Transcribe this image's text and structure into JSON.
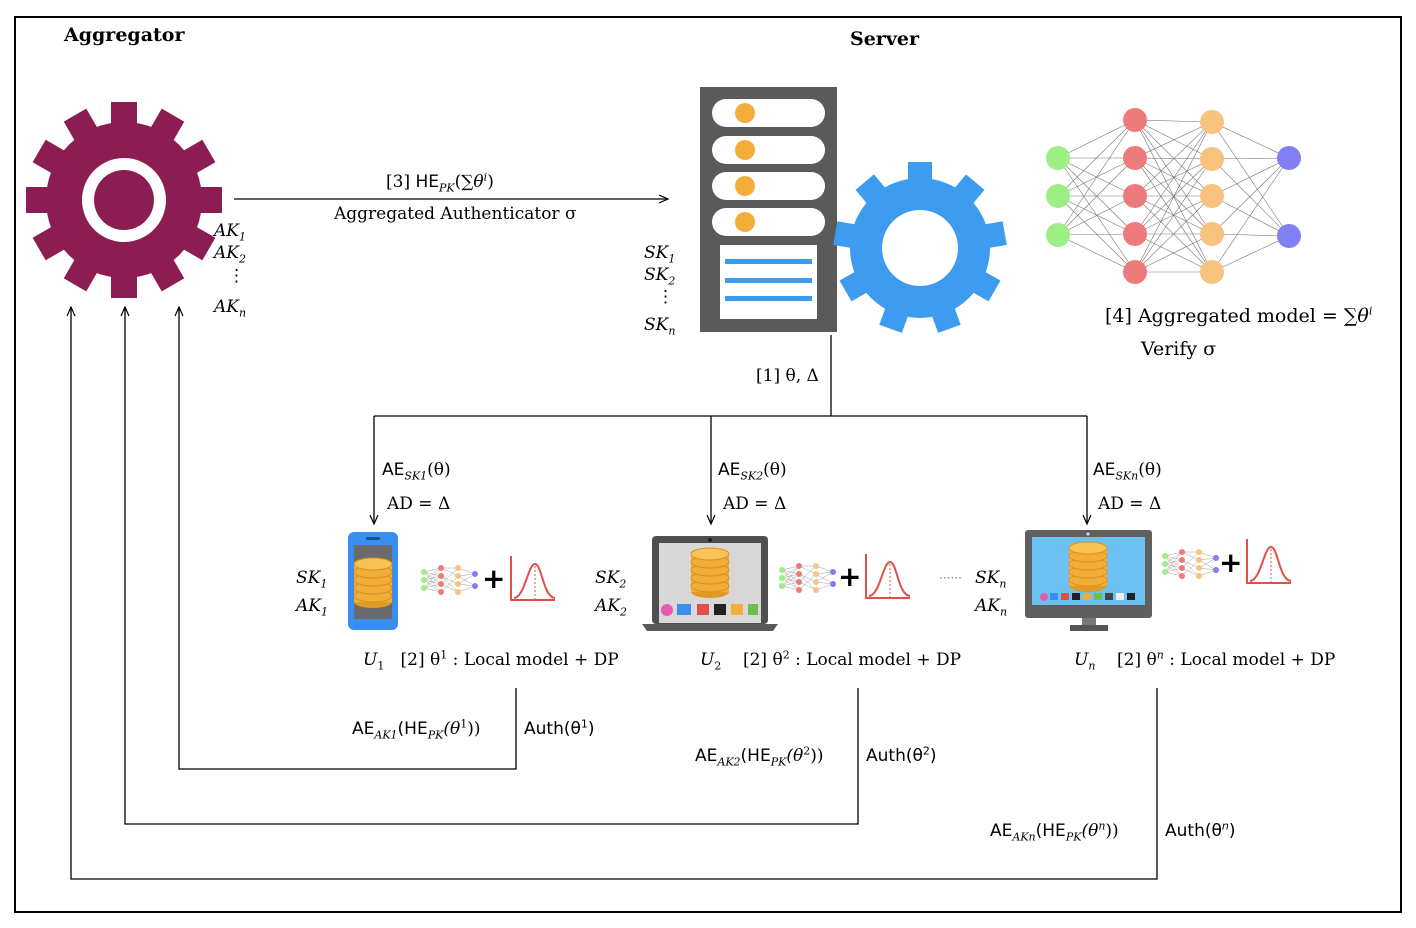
{
  "titles": {
    "aggregator": "Aggregator",
    "server": "Server"
  },
  "step3": {
    "line1_prefix": "[3] ",
    "he": "HE",
    "pk": "PK",
    "sum": "(∑",
    "theta": "θ",
    "i": "i",
    "close": ")",
    "line2": "Aggregated Authenticator σ"
  },
  "aggregator_keys": [
    "AK",
    "1",
    "AK",
    "2",
    "⋮",
    "AK",
    "n"
  ],
  "server_keys": [
    "SK",
    "1",
    "SK",
    "2",
    "⋮",
    "SK",
    "n"
  ],
  "step4": {
    "line1": "[4] Aggregated model = ∑",
    "theta": "θ",
    "i": "i",
    "line2": "Verify σ"
  },
  "step1": {
    "text": "[1]  θ, Δ"
  },
  "downlinks": [
    {
      "ae": "AE",
      "sk": "SK",
      "sub": "1",
      "arg": "(θ)",
      "ad": "AD = Δ"
    },
    {
      "ae": "AE",
      "sk": "SK",
      "sub": "2",
      "arg": "(θ)",
      "ad": "AD = Δ"
    },
    {
      "ae": "AE",
      "sk": "SK",
      "sub": "n",
      "arg": "(θ)",
      "ad": "AD = Δ"
    }
  ],
  "users": [
    {
      "sk": "SK",
      "ak": "AK",
      "idx": "1",
      "u": "U",
      "step": "[2] θ",
      "sup": "1",
      "desc": " : Local model + DP",
      "ae": "AE",
      "ak2": "AK",
      "he": "(HE",
      "pk": "PK",
      "theta": "(θ",
      "close": "))",
      "auth": "Auth(θ",
      "auth_close": ")"
    },
    {
      "sk": "SK",
      "ak": "AK",
      "idx": "2",
      "u": "U",
      "step": "[2] θ",
      "sup": "2",
      "desc": " : Local model + DP",
      "ae": "AE",
      "ak2": "AK",
      "he": "(HE",
      "pk": "PK",
      "theta": "(θ",
      "close": "))",
      "auth": "Auth(θ",
      "auth_close": ")"
    },
    {
      "sk": "SK",
      "ak": "AK",
      "idx": "n",
      "u": "U",
      "step": "[2] θ",
      "sup": "n",
      "desc": " : Local model + DP",
      "ae": "AE",
      "ak2": "AK",
      "he": "(HE",
      "pk": "PK",
      "theta": "(θ",
      "close": "))",
      "auth": "Auth(θ",
      "auth_close": ")"
    }
  ],
  "plus": "+",
  "ellipsis": "······",
  "colors": {
    "gear_aggregator": "#8b1d52",
    "gear_server": "#3d9cf0",
    "server_body": "#5a5a5a",
    "coin": "#f3ae3a",
    "nn_green": "#9dee84",
    "nn_red": "#ee7b7b",
    "nn_orange": "#f8c27f",
    "nn_blue": "#8080f4",
    "bell": "#e0504a",
    "phone": "#3a8ef0",
    "monitor_screen": "#6cc1f2"
  }
}
